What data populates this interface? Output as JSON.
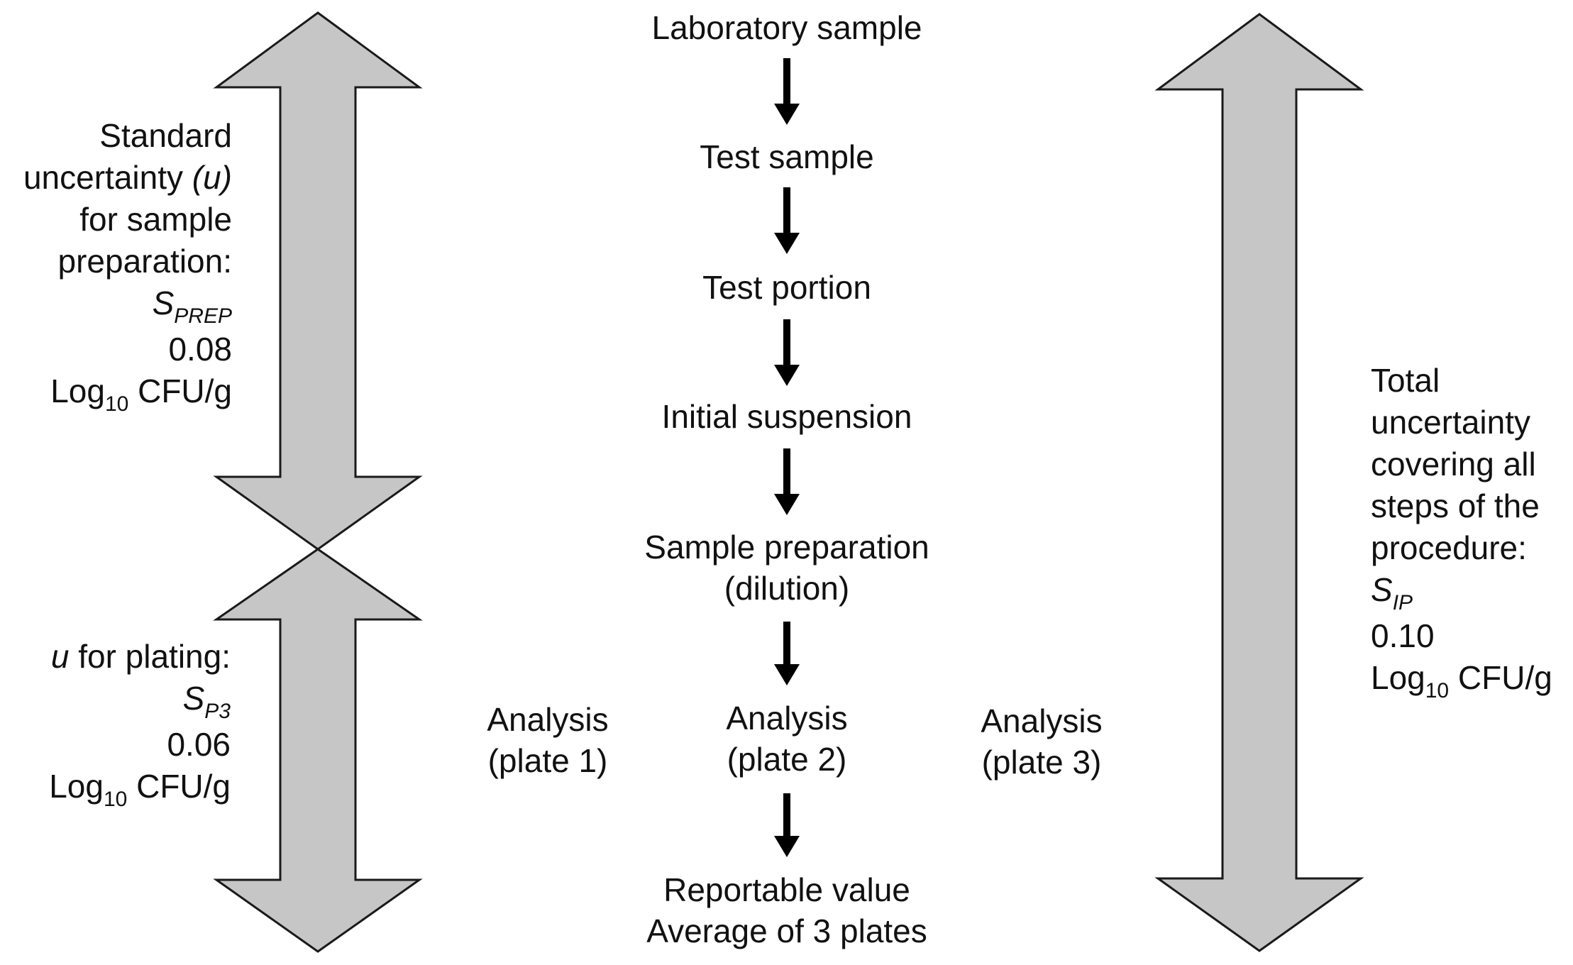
{
  "steps": {
    "laboratory_sample": "Laboratory sample",
    "test_sample": "Test sample",
    "test_portion": "Test portion",
    "initial_suspension": "Initial suspension",
    "sample_preparation": [
      "Sample preparation",
      "(dilution)"
    ],
    "analysis_plate_1": [
      "Analysis",
      "(plate 1)"
    ],
    "analysis_plate_2": [
      "Analysis",
      "(plate 2)"
    ],
    "analysis_plate_3": [
      "Analysis",
      "(plate 3)"
    ],
    "reportable_value": [
      "Reportable value",
      "Average of 3 plates"
    ]
  },
  "left_top": {
    "line1": "Standard",
    "line2_pre": "uncertainty ",
    "line2_symbol": "(u)",
    "line3": "for sample",
    "line4": "preparation:",
    "symbol_main": "S",
    "symbol_sub": "PREP",
    "value": "0.08",
    "unit_pre": "Log",
    "unit_sub": "10",
    "unit_post": " CFU/g"
  },
  "left_bottom": {
    "line1_symbol": "u",
    "line1_post": " for plating:",
    "symbol_main": "S",
    "symbol_sub": "P3",
    "value": "0.06",
    "unit_pre": "Log",
    "unit_sub": "10",
    "unit_post": " CFU/g"
  },
  "right": {
    "line1": "Total",
    "line2": "uncertainty",
    "line3": "covering all",
    "line4": "steps of the",
    "line5": "procedure:",
    "symbol_main": "S",
    "symbol_sub": "IP",
    "value": "0.10",
    "unit_pre": "Log",
    "unit_sub": "10",
    "unit_post": " CFU/g"
  },
  "colors": {
    "arrow_fill": "#c6c6c6",
    "arrow_stroke": "#1a1a1a",
    "text": "#111111"
  }
}
